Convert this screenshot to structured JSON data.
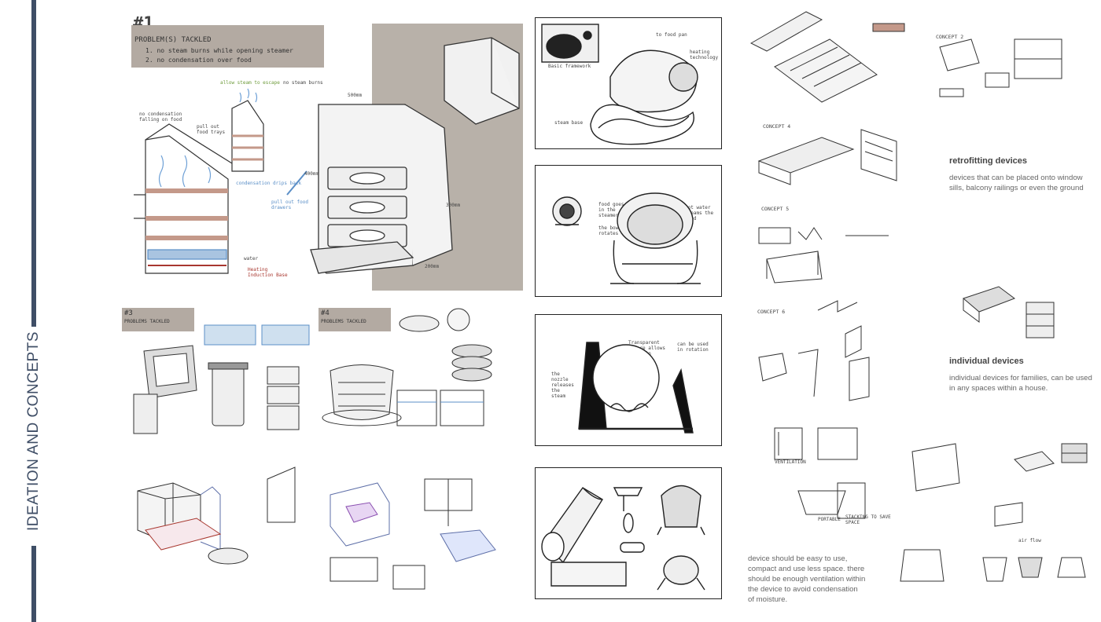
{
  "sidebar": {
    "section_title": "IDEATION AND CONCEPTS"
  },
  "main_sketch": {
    "number": "#1",
    "problem_heading": "PROBLEM(S) TACKLED",
    "problems": [
      "1. no steam burns while opening steamer",
      "2. no condensation over food"
    ],
    "annotations": {
      "allow_steam": "allow steam to escape",
      "no_steam_burns": "no steam burns",
      "no_condensation": "no condensation falling on food",
      "pull_out_food": "pull out food trays",
      "condensation_drips": "condensation drips back",
      "pull_out_drawers": "pull out food drawers",
      "water": "water",
      "heating_base": "Heating Induction Base",
      "dim_width": "500mm",
      "dim_height": "400mm",
      "dim_height2": "300mm",
      "dim_depth": "200mm"
    }
  },
  "concept_3": {
    "label": "#3",
    "heading": "PROBLEMS TACKLED"
  },
  "concept_4": {
    "label": "#4",
    "heading": "PROBLEMS TACKLED"
  },
  "frame_1": {
    "caption": "Basic framework",
    "notes": [
      "to food pan",
      "heating technology",
      "steam base"
    ]
  },
  "frame_2": {
    "notes": [
      "food goes in the steamer",
      "the bowl rotates",
      "hot water steams the food"
    ]
  },
  "frame_3": {
    "notes": [
      "Transparent sphere allows steam in",
      "can be used in rotation",
      "the nozzle releases the steam"
    ]
  },
  "concept_labels": {
    "concept_2": "CONCEPT 2",
    "concept_4": "CONCEPT 4",
    "concept_5": "CONCEPT 5",
    "concept_6": "CONCEPT 6"
  },
  "sketch_labels": {
    "ventilation": "VENTILATION",
    "stacking": "STACKING TO SAVE SPACE",
    "portable": "PORTABLE",
    "air_flow": "air flow"
  },
  "notes": {
    "retrofitting": {
      "title": "retrofitting devices",
      "body": "devices that can be placed onto window sills, balcony railings or even the ground"
    },
    "individual": {
      "title": "individual devices",
      "body": "individual devices for families, can be used in any spaces within a house."
    },
    "device": {
      "body": "device should be easy to use, compact and use less space. there should be enough ventilation within the device to avoid condensation of moisture."
    }
  },
  "colors": {
    "spine": "#3f4e66",
    "label_bg": "#b3aaa2",
    "accent_blue": "#5b8fc7",
    "accent_red": "#a8372f"
  }
}
